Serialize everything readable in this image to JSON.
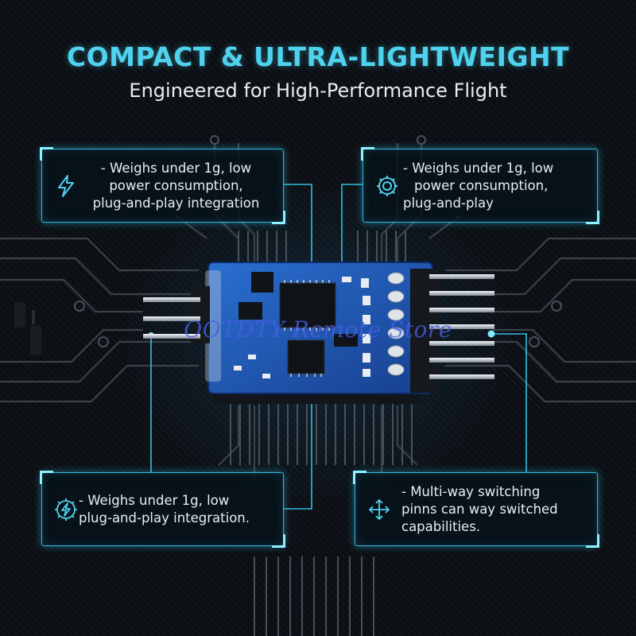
{
  "header": {
    "title": "COMPACT & ULTRA-LIGHTWEIGHT",
    "subtitle": "Engineered for High-Performance Flight"
  },
  "callouts": [
    {
      "icon": "lightning-icon",
      "lines": [
        "- Weighs under 1g, low",
        "power consumption,",
        "plug-and-play integration"
      ]
    },
    {
      "icon": "gear-icon",
      "lines": [
        "- Weighs under 1g, low",
        "power consumption,",
        "plug-and-play"
      ]
    },
    {
      "icon": "gear-lightning-icon",
      "lines": [
        "- Weighs under 1g, low",
        "plug-and-play integration."
      ]
    },
    {
      "icon": "multi-direction-arrows-icon",
      "lines": [
        "- Multi-way switching",
        "pinns can way switched",
        "capabilities."
      ]
    }
  ],
  "watermark": "OOTDTY Remote Store",
  "colors": {
    "accent": "#4fd2ee",
    "board": "#1f57b8",
    "background": "#0a0d11"
  }
}
